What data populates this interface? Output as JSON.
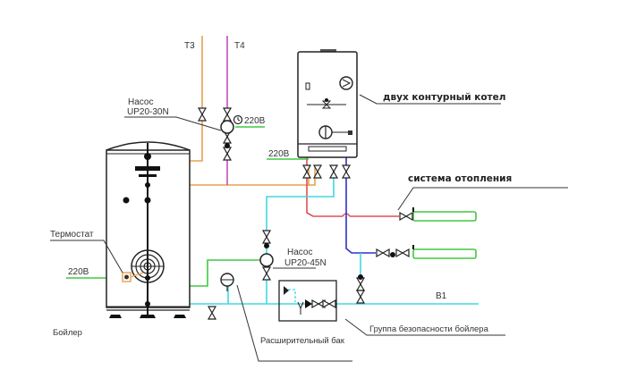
{
  "diagram": {
    "title": "Схема подключения бойлера косвенного нагрева к двухконтурному котлу",
    "labels": {
      "t3": "Т3",
      "t4": "Т4",
      "pump1_line1": "Насос",
      "pump1_line2": "UP20-30N",
      "pump1_power": "220В",
      "boiler_power": "220В",
      "boiler_label": "двух контурный котел",
      "heating_system": "система отопления",
      "thermostat": "Термостат",
      "thermostat_power": "220В",
      "pump2_line1": "Насос",
      "pump2_line2": "UP20-45N",
      "b1": "В1",
      "tank_label": "Бойлер",
      "expansion_tank": "Расширительный бак",
      "safety_group": "Группа безопасности бойлера"
    },
    "colors": {
      "hot_supply": "#e8a050",
      "recirc": "#c050c0",
      "power": "#40c840",
      "heating_supply": "#e05050",
      "heating_return": "#3030c8",
      "cold_water": "#40d8e0",
      "outline": "#222222"
    }
  }
}
